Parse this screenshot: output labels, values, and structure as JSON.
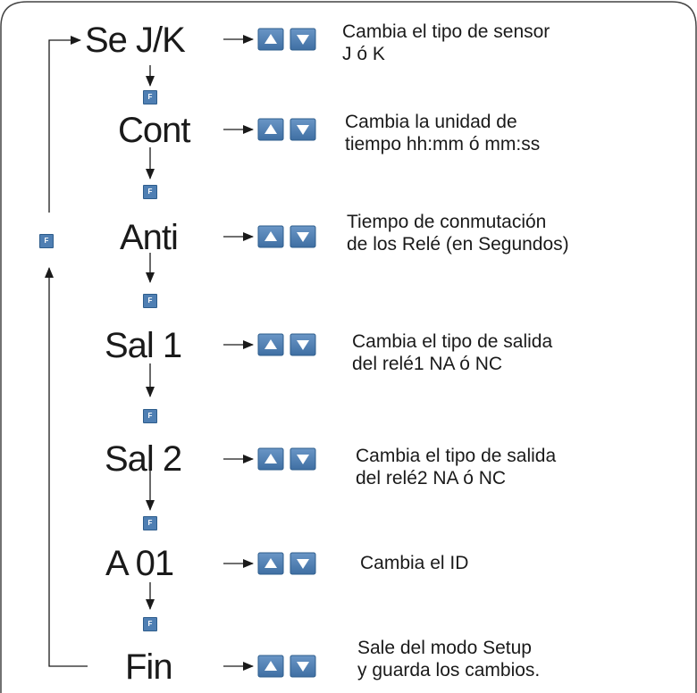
{
  "key_label": "F",
  "steps": [
    {
      "label": "Se  J/K",
      "desc": "Cambia el tipo de sensor\nJ ó K"
    },
    {
      "label": "Cont",
      "desc": "Cambia la unidad de\ntiempo hh:mm ó mm:ss"
    },
    {
      "label": "Anti",
      "desc": "Tiempo de conmutación\nde los Relé (en Segundos)"
    },
    {
      "label": "Sal 1",
      "desc": "Cambia el tipo de salida\ndel relé1 NA ó NC"
    },
    {
      "label": "Sal 2",
      "desc": "Cambia el tipo de salida\ndel relé2 NA ó NC"
    },
    {
      "label": "A 01",
      "desc": "Cambia el ID"
    },
    {
      "label": "Fin",
      "desc": "Sale del modo Setup\ny guarda los cambios."
    }
  ]
}
